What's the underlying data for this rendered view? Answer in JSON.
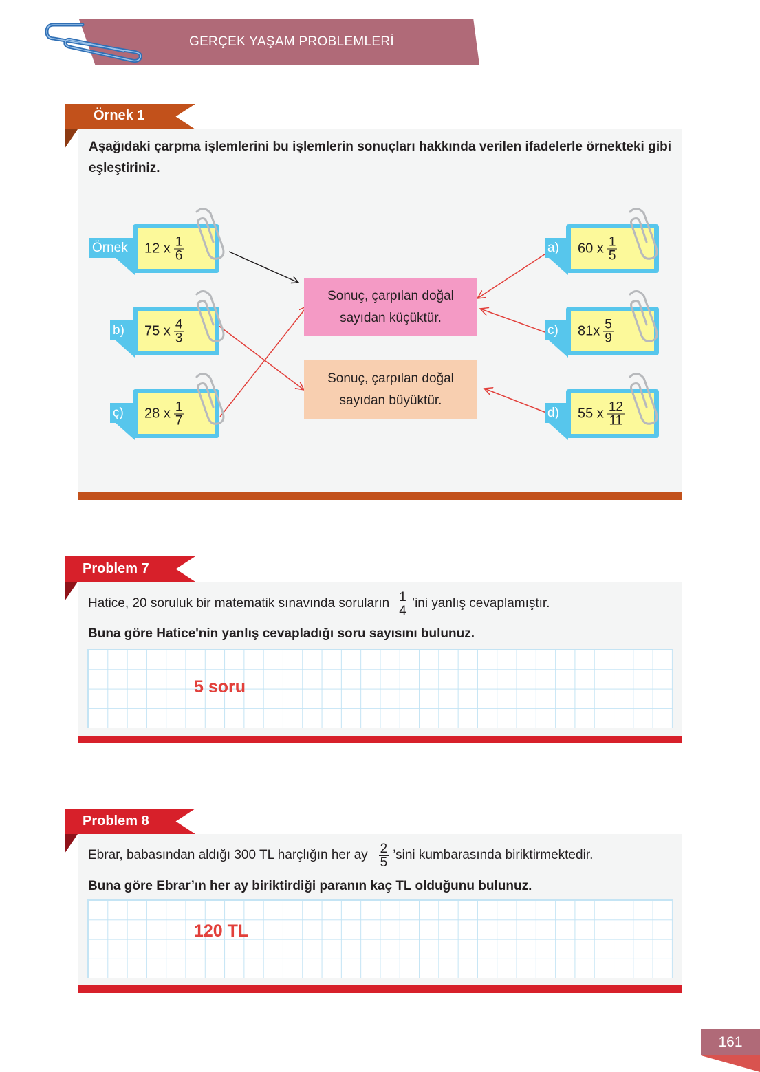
{
  "header": {
    "title": "GERÇEK YAŞAM PROBLEMLERİ"
  },
  "example": {
    "tab_label": "Örnek 1",
    "prompt": "Aşağıdaki çarpma işlemlerini bu işlemlerin sonuçları hakkında verilen ifadelerle örnekteki gibi eşleştiriniz.",
    "cards": [
      {
        "label": "Örnek",
        "whole": "12 x",
        "num": "1",
        "den": "6"
      },
      {
        "label": "b)",
        "whole": "75 x",
        "num": "4",
        "den": "3"
      },
      {
        "label": "ç)",
        "whole": "28 x",
        "num": "1",
        "den": "7"
      },
      {
        "label": "a)",
        "whole": "60 x",
        "num": "1",
        "den": "5"
      },
      {
        "label": "c)",
        "whole": "81x",
        "num": "5",
        "den": "9"
      },
      {
        "label": "d)",
        "whole": "55 x",
        "num": "12",
        "den": "11"
      }
    ],
    "result_smaller": {
      "line1": "Sonuç, çarpılan doğal",
      "line2": "sayıdan küçüktür."
    },
    "result_larger": {
      "line1": "Sonuç, çarpılan doğal",
      "line2": "sayıdan büyüktür."
    },
    "colors": {
      "tab": "#c2511b",
      "smaller_box": "#f49ac5",
      "larger_box": "#f8cfb0",
      "card_border": "#57c6ec",
      "card_fill": "#fcf99a",
      "arrow": "#e2403b"
    }
  },
  "problem7": {
    "tab_label": "Problem 7",
    "text_before": "Hatice, 20 soruluk bir matematik sınavında soruların",
    "frac_num": "1",
    "frac_den": "4",
    "text_after": "’ini yanlış cevaplamıştır.",
    "question": "Buna göre Hatice'nin yanlış cevapladığı soru sayısını bulunuz.",
    "answer": "5 soru"
  },
  "problem8": {
    "tab_label": "Problem 8",
    "text_before": "Ebrar, babasından aldığı 300 TL harçlığın her ay",
    "frac_num": "2",
    "frac_den": "5",
    "text_after": "’sini kumbarasında biriktirmektedir.",
    "question": "Buna göre Ebrar’ın her ay biriktirdiği paranın kaç TL olduğunu bulunuz.",
    "answer": "120 TL"
  },
  "page": {
    "number": "161"
  }
}
